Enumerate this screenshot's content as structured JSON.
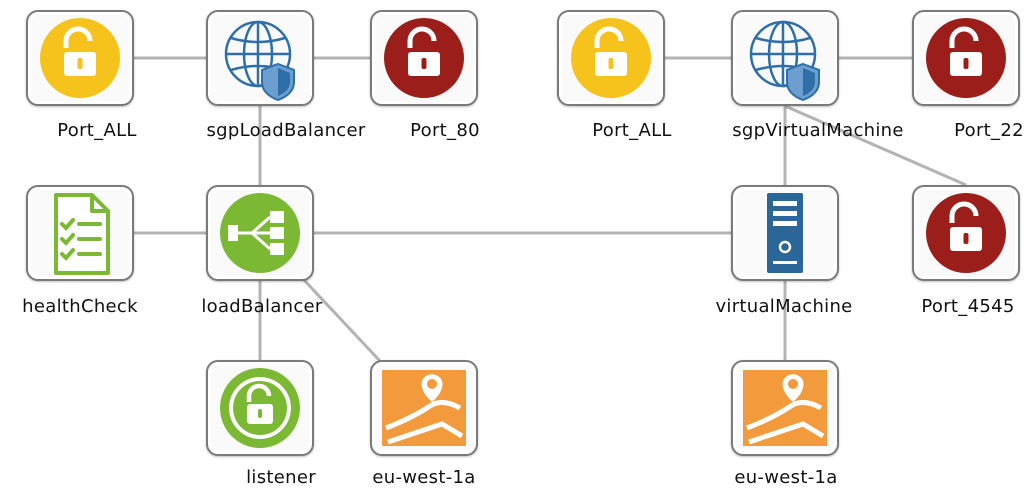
{
  "nodes": {
    "port_all_left": {
      "label": "Port_ALL",
      "icon": "open-lock-icon",
      "color": "#f6c21c"
    },
    "sgp_load_balancer": {
      "label": "sgpLoadBalancer",
      "icon": "globe-shield-icon",
      "color": "#2f6fa8"
    },
    "port_80": {
      "label": "Port_80",
      "icon": "open-lock-icon",
      "color": "#9b1e1a"
    },
    "port_all_right": {
      "label": "Port_ALL",
      "icon": "open-lock-icon",
      "color": "#f6c21c"
    },
    "sgp_virtual_machine": {
      "label": "sgpVirtualMachine",
      "icon": "globe-shield-icon",
      "color": "#2f6fa8"
    },
    "port_22": {
      "label": "Port_22",
      "icon": "open-lock-icon",
      "color": "#9b1e1a"
    },
    "health_check": {
      "label": "healthCheck",
      "icon": "checklist-document-icon",
      "color": "#7bb934"
    },
    "load_balancer": {
      "label": "loadBalancer",
      "icon": "load-balancer-icon",
      "color": "#7bb934"
    },
    "virtual_machine": {
      "label": "virtualMachine",
      "icon": "server-tower-icon",
      "color": "#2b6698"
    },
    "port_4545": {
      "label": "Port_4545",
      "icon": "open-lock-icon",
      "color": "#9b1e1a"
    },
    "listener": {
      "label": "listener",
      "icon": "open-lock-ring-icon",
      "color": "#7bb934"
    },
    "eu_west_1a_left": {
      "label": "eu-west-1a",
      "icon": "map-pin-icon",
      "color": "#f29a3c"
    },
    "eu_west_1a_right": {
      "label": "eu-west-1a",
      "icon": "map-pin-icon",
      "color": "#f29a3c"
    }
  },
  "edges": [
    [
      "port_all_left",
      "sgp_load_balancer"
    ],
    [
      "sgp_load_balancer",
      "port_80"
    ],
    [
      "sgp_load_balancer",
      "load_balancer"
    ],
    [
      "port_all_right",
      "sgp_virtual_machine"
    ],
    [
      "sgp_virtual_machine",
      "port_22"
    ],
    [
      "sgp_virtual_machine",
      "virtual_machine"
    ],
    [
      "sgp_virtual_machine",
      "port_4545"
    ],
    [
      "health_check",
      "load_balancer"
    ],
    [
      "load_balancer",
      "virtual_machine"
    ],
    [
      "load_balancer",
      "listener"
    ],
    [
      "load_balancer",
      "eu_west_1a_left"
    ],
    [
      "virtual_machine",
      "eu_west_1a_right"
    ]
  ]
}
